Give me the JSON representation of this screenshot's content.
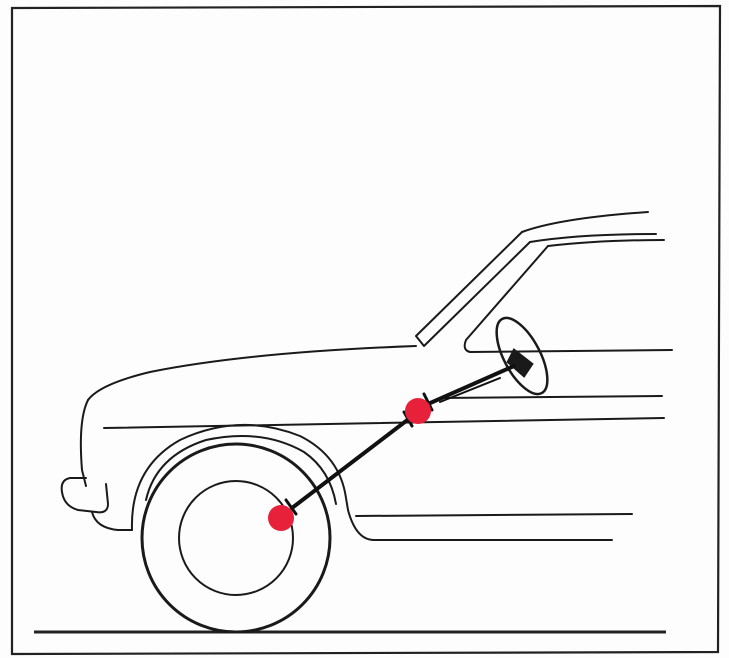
{
  "diagram": {
    "subject": "car-front-side-profile-steering-column",
    "colors": {
      "background": "#ffffff",
      "frame": "#222222",
      "line": "#1a1a1a",
      "joint": "#e8213a",
      "ground": "#222222"
    },
    "icons": {
      "steering_wheel": "steering-wheel-icon",
      "universal_joint": "universal-joint-marker"
    },
    "joint_count": 2
  }
}
